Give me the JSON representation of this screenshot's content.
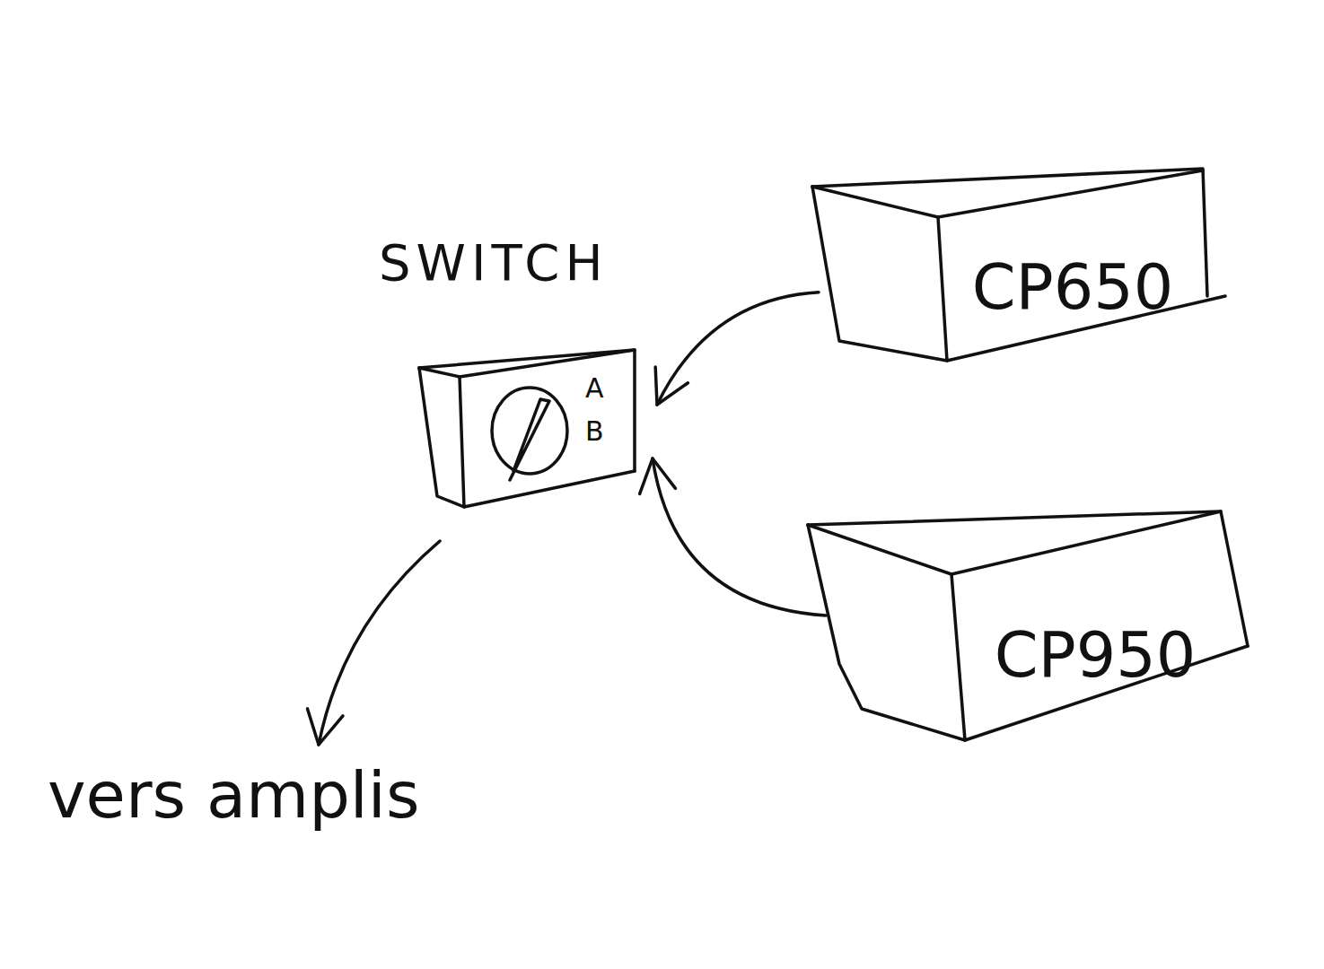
{
  "diagram": {
    "nodes": [
      {
        "text": [
          "CP650"
        ]
      },
      {
        "text": [
          "SWITCH",
          "A",
          "B"
        ]
      },
      {
        "text": [
          "CP950"
        ]
      },
      {
        "text": [
          "vers amplis"
        ]
      }
    ],
    "edges": [
      {
        "from": 0,
        "to": 1,
        "arrow": "to"
      },
      {
        "from": 2,
        "to": 1,
        "arrow": "to"
      },
      {
        "from": 1,
        "to": 3,
        "arrow": "to"
      }
    ]
  }
}
